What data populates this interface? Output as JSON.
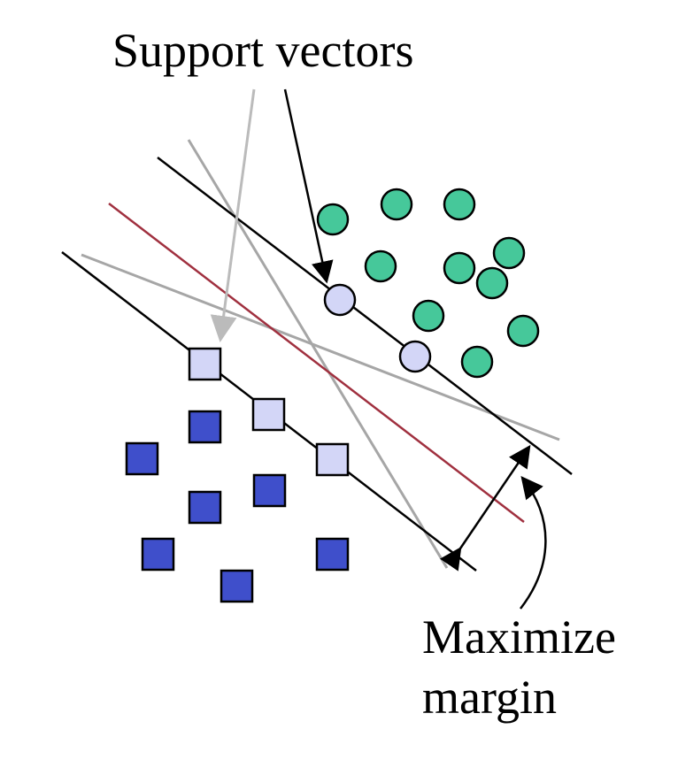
{
  "labels": {
    "support_vectors": "Support vectors",
    "maximize_line1": "Maximize",
    "maximize_line2": "margin"
  },
  "colors": {
    "circle_class": "#46C89A",
    "square_class": "#3F4FCB",
    "support_vector_fill": "#D3D6F7",
    "hyperplane": "#A0303F",
    "margin_boundary": "#000000",
    "alternative_separator": "#A6A6A6",
    "arrow_to_circle_sv": "#000000",
    "arrow_to_square_sv": "#BBBBBB"
  }
}
